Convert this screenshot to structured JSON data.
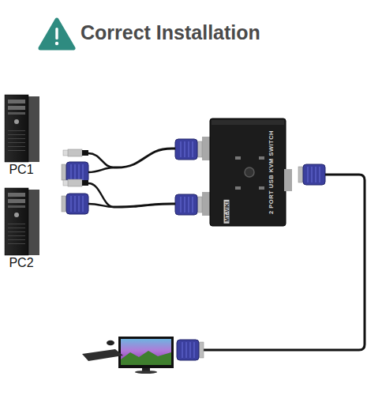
{
  "diagram": {
    "title": "Correct Installation",
    "nodes": [
      {
        "text": [
          "PC1"
        ]
      },
      {
        "text": [
          "PC2"
        ]
      },
      {
        "text": [
          "2 PORT USB KVM SWITCH",
          "MT-VIKI"
        ]
      }
    ],
    "edges": [
      {
        "from": 0,
        "to": 2,
        "arrow": "none"
      },
      {
        "from": 1,
        "to": 2,
        "arrow": "none"
      }
    ]
  }
}
